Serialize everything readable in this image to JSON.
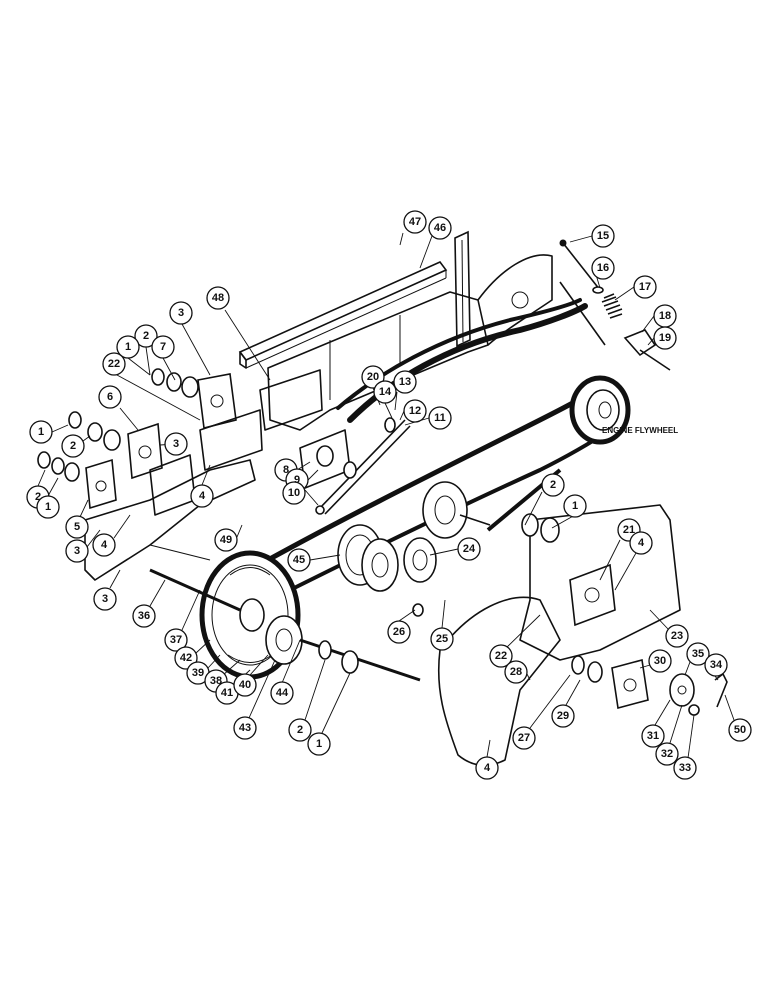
{
  "annotation": "ENGINE FLYWHEEL",
  "callouts": [
    {
      "label": "47"
    },
    {
      "label": "46"
    },
    {
      "label": "15"
    },
    {
      "label": "16"
    },
    {
      "label": "17"
    },
    {
      "label": "18"
    },
    {
      "label": "19"
    },
    {
      "label": "48"
    },
    {
      "label": "3"
    },
    {
      "label": "2"
    },
    {
      "label": "7"
    },
    {
      "label": "1"
    },
    {
      "label": "22"
    },
    {
      "label": "20"
    },
    {
      "label": "13"
    },
    {
      "label": "14"
    },
    {
      "label": "12"
    },
    {
      "label": "11"
    },
    {
      "label": "6"
    },
    {
      "label": "1"
    },
    {
      "label": "2"
    },
    {
      "label": "3"
    },
    {
      "label": "2"
    },
    {
      "label": "1"
    },
    {
      "label": "5"
    },
    {
      "label": "3"
    },
    {
      "label": "4"
    },
    {
      "label": "4"
    },
    {
      "label": "8"
    },
    {
      "label": "9"
    },
    {
      "label": "10"
    },
    {
      "label": "2"
    },
    {
      "label": "1"
    },
    {
      "label": "21"
    },
    {
      "label": "4"
    },
    {
      "label": "49"
    },
    {
      "label": "45"
    },
    {
      "label": "24"
    },
    {
      "label": "3"
    },
    {
      "label": "36"
    },
    {
      "label": "37"
    },
    {
      "label": "42"
    },
    {
      "label": "39"
    },
    {
      "label": "38"
    },
    {
      "label": "41"
    },
    {
      "label": "40"
    },
    {
      "label": "44"
    },
    {
      "label": "43"
    },
    {
      "label": "26"
    },
    {
      "label": "25"
    },
    {
      "label": "22"
    },
    {
      "label": "28"
    },
    {
      "label": "23"
    },
    {
      "label": "30"
    },
    {
      "label": "35"
    },
    {
      "label": "34"
    },
    {
      "label": "2"
    },
    {
      "label": "1"
    },
    {
      "label": "27"
    },
    {
      "label": "29"
    },
    {
      "label": "31"
    },
    {
      "label": "32"
    },
    {
      "label": "33"
    },
    {
      "label": "50"
    },
    {
      "label": "4"
    }
  ]
}
